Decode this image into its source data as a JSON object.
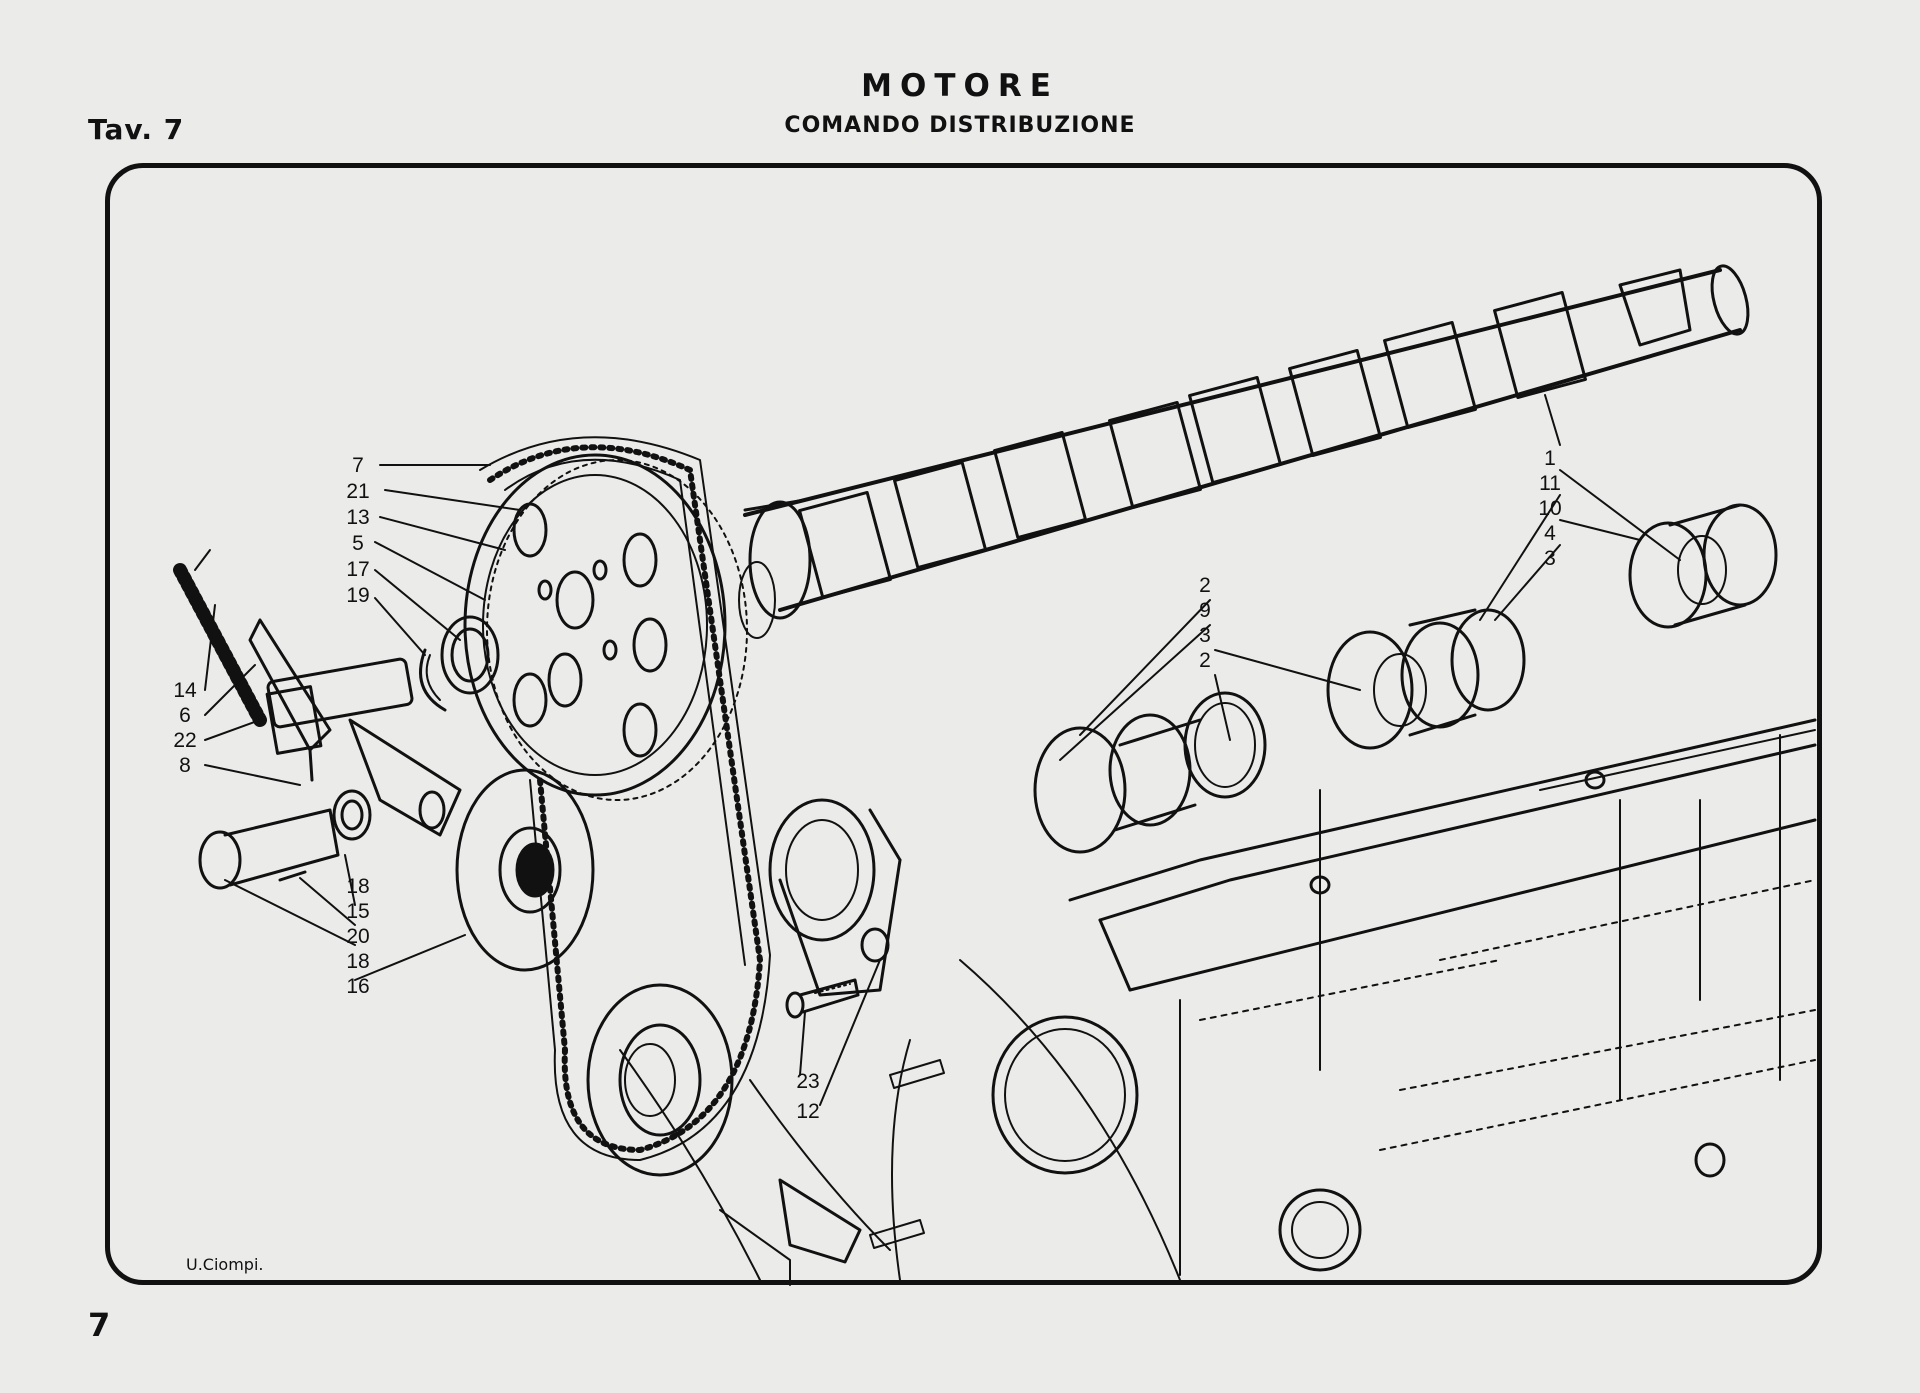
{
  "header": {
    "title": "MOTORE",
    "subtitle": "COMANDO DISTRIBUZIONE",
    "plate": "Tav. 7"
  },
  "footer": {
    "page_number": "7",
    "artist_signature": "U.Ciompi."
  },
  "callouts": {
    "left_group": [
      "7",
      "21",
      "13",
      "5",
      "17",
      "19"
    ],
    "tensioner_group": [
      "14",
      "6",
      "22",
      "8"
    ],
    "lower_group": [
      "18",
      "15",
      "20",
      "18",
      "16"
    ],
    "bearing_front": [
      "2",
      "9",
      "3",
      "2"
    ],
    "bearing_rear": [
      "1",
      "11",
      "10",
      "4",
      "3"
    ],
    "screw_group": [
      "23",
      "12"
    ]
  }
}
